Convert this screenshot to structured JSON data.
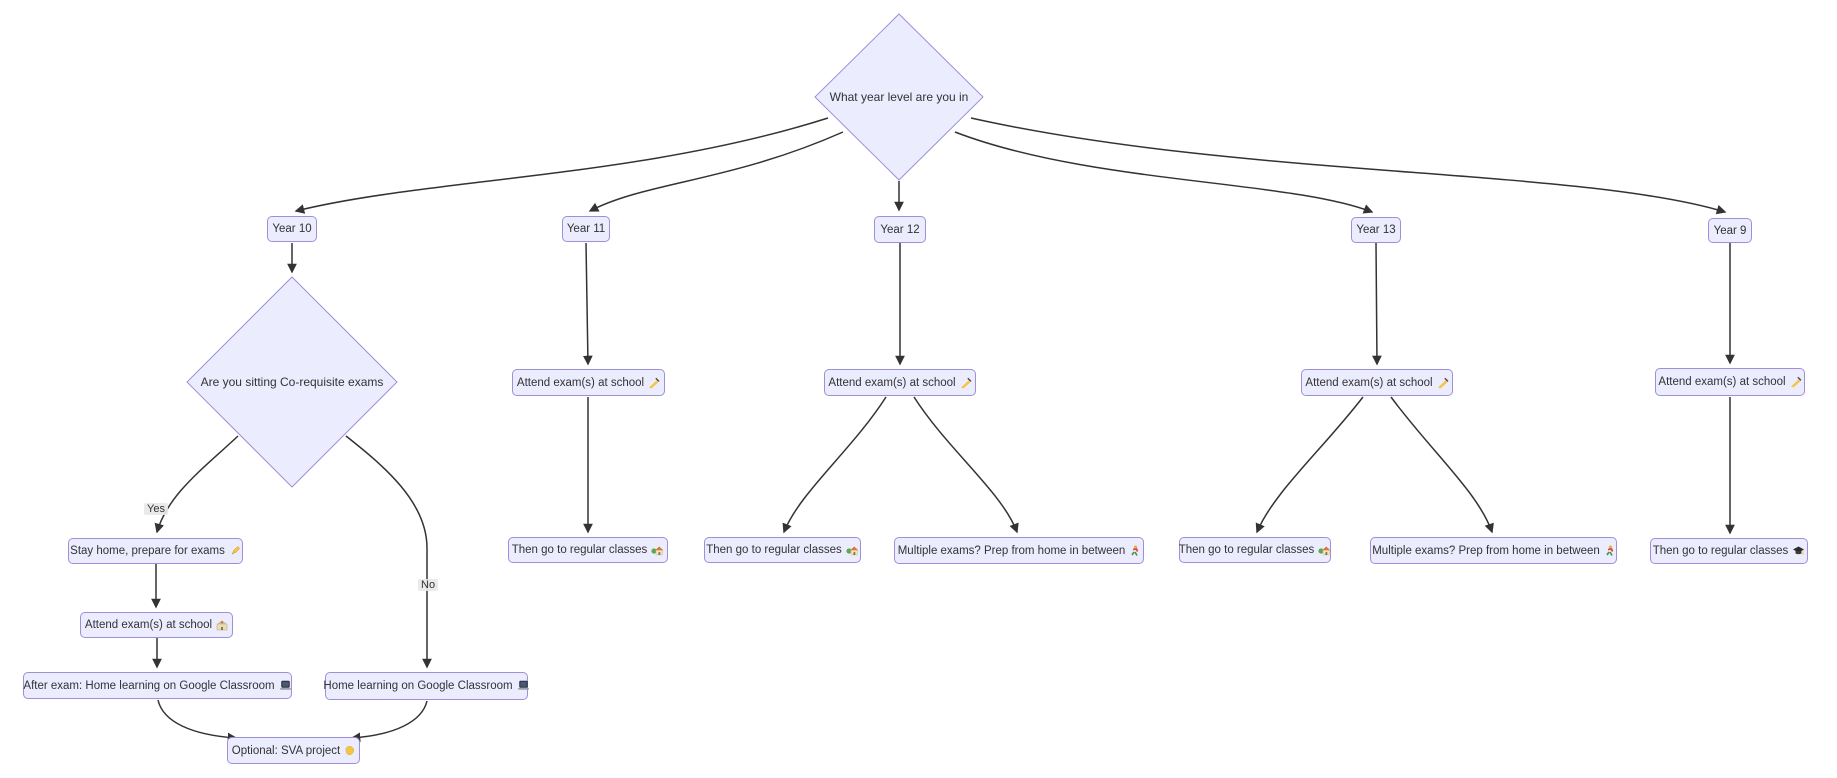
{
  "diagram": {
    "type": "flowchart-top-down",
    "colors": {
      "background": "#ffffff",
      "node_fill": "#ECECFF",
      "node_border": "#9f8fd6",
      "edge": "#333333",
      "text": "#333333",
      "edge_label_bg": "#e8e8e8"
    },
    "decisions": [
      {
        "id": "q_year",
        "label": "What year level are you in"
      },
      {
        "id": "q_coreq",
        "label": "Are you sitting Co-requisite exams"
      }
    ],
    "edge_labels": [
      {
        "label": "Yes"
      },
      {
        "label": "No"
      }
    ],
    "nodes": [
      {
        "id": "year10",
        "label": "Year 10",
        "emoji": ""
      },
      {
        "id": "year11",
        "label": "Year 11",
        "emoji": ""
      },
      {
        "id": "year12",
        "label": "Year 12",
        "emoji": ""
      },
      {
        "id": "year13",
        "label": "Year 13",
        "emoji": ""
      },
      {
        "id": "year9",
        "label": "Year 9",
        "emoji": ""
      },
      {
        "id": "stay_home",
        "label": "Stay home, prepare for exams",
        "emoji": "✏️"
      },
      {
        "id": "attend_y10",
        "label": "Attend exam(s) at school",
        "emoji": "🏫"
      },
      {
        "id": "after_exam",
        "label": "After exam: Home learning on Google Classroom",
        "emoji": "💻"
      },
      {
        "id": "home_learning",
        "label": "Home learning on Google Classroom",
        "emoji": "💻"
      },
      {
        "id": "sva",
        "label": "Optional: SVA project",
        "emoji": "👍"
      },
      {
        "id": "attend_y11",
        "label": "Attend exam(s) at school",
        "emoji": "✍️"
      },
      {
        "id": "attend_y12",
        "label": "Attend exam(s) at school",
        "emoji": "✍️"
      },
      {
        "id": "attend_y13",
        "label": "Attend exam(s) at school",
        "emoji": "✍️"
      },
      {
        "id": "attend_y9",
        "label": "Attend exam(s) at school",
        "emoji": "✍️"
      },
      {
        "id": "thengo_y11",
        "label": "Then go to regular classes",
        "emoji": "🏡"
      },
      {
        "id": "thengo_y12",
        "label": "Then go to regular classes",
        "emoji": "🏡"
      },
      {
        "id": "multi_y12",
        "label": "Multiple exams? Prep from home in between",
        "emoji": "🏃"
      },
      {
        "id": "thengo_y13",
        "label": "Then go to regular classes",
        "emoji": "🏡"
      },
      {
        "id": "multi_y13",
        "label": "Multiple exams? Prep from home in between",
        "emoji": "🏃"
      },
      {
        "id": "thengo_y9",
        "label": "Then go to regular classes",
        "emoji": "🎓"
      }
    ],
    "edges": [
      {
        "from": "q_year",
        "to": "year10",
        "label": ""
      },
      {
        "from": "q_year",
        "to": "year11",
        "label": ""
      },
      {
        "from": "q_year",
        "to": "year12",
        "label": ""
      },
      {
        "from": "q_year",
        "to": "year13",
        "label": ""
      },
      {
        "from": "q_year",
        "to": "year9",
        "label": ""
      },
      {
        "from": "year10",
        "to": "q_coreq",
        "label": ""
      },
      {
        "from": "q_coreq",
        "to": "stay_home",
        "label": "Yes"
      },
      {
        "from": "q_coreq",
        "to": "home_learning",
        "label": "No"
      },
      {
        "from": "stay_home",
        "to": "attend_y10",
        "label": ""
      },
      {
        "from": "attend_y10",
        "to": "after_exam",
        "label": ""
      },
      {
        "from": "after_exam",
        "to": "sva",
        "label": ""
      },
      {
        "from": "home_learning",
        "to": "sva",
        "label": ""
      },
      {
        "from": "year11",
        "to": "attend_y11",
        "label": ""
      },
      {
        "from": "attend_y11",
        "to": "thengo_y11",
        "label": ""
      },
      {
        "from": "year12",
        "to": "attend_y12",
        "label": ""
      },
      {
        "from": "attend_y12",
        "to": "thengo_y12",
        "label": ""
      },
      {
        "from": "attend_y12",
        "to": "multi_y12",
        "label": ""
      },
      {
        "from": "year13",
        "to": "attend_y13",
        "label": ""
      },
      {
        "from": "attend_y13",
        "to": "thengo_y13",
        "label": ""
      },
      {
        "from": "attend_y13",
        "to": "multi_y13",
        "label": ""
      },
      {
        "from": "year9",
        "to": "attend_y9",
        "label": ""
      },
      {
        "from": "attend_y9",
        "to": "thengo_y9",
        "label": ""
      }
    ]
  }
}
